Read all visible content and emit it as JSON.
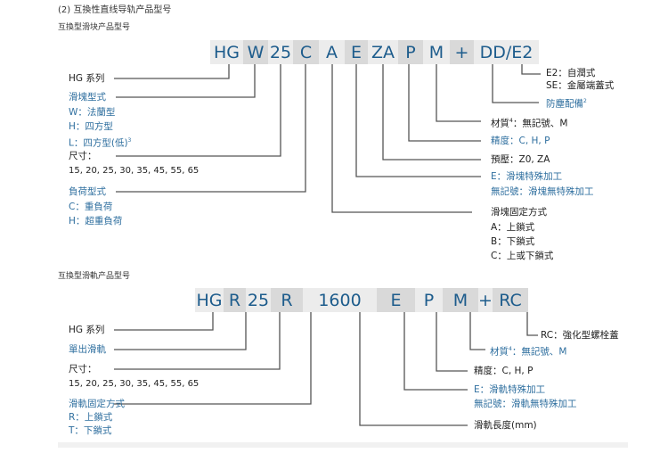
{
  "heading": "(2) 互換性直线导轨产品型号",
  "block": {
    "title": "互換型滑块产品型号",
    "codes": [
      "HG",
      "W",
      "25",
      "C",
      "A",
      "E",
      "ZA",
      "P",
      "M",
      "+",
      "DD/E2"
    ],
    "labels": {
      "series": "HG 系列",
      "block_type": "滑塊型式",
      "block_type_w": "W：法蘭型",
      "block_type_h": "H：四方型",
      "block_type_l": "L：四方型(低)",
      "block_type_l_sup": "3",
      "size": "尺寸：",
      "size_values": "15, 20, 25, 30, 35, 45, 55, 65",
      "load": "負荷型式",
      "load_c": "C：重負荷",
      "load_h": "H：超重負荷",
      "e2": "E2：自潤式",
      "se": "SE：金屬端蓋式",
      "dust": "防塵配備",
      "dust_sup": "2",
      "material": "材質",
      "material_sup": "4",
      "material_val": "：無記號、M",
      "precision": "精度：C, H, P",
      "preload": "預壓：Z0, ZA",
      "special_e": "E：滑塊特殊加工",
      "special_none": "無記號：滑塊無特殊加工",
      "mount": "滑塊固定方式",
      "mount_a": "A：上鎖式",
      "mount_b": "B：下鎖式",
      "mount_c": "C：上或下鎖式"
    }
  },
  "rail": {
    "title": "互換型滑軌产品型号",
    "codes": [
      "HG",
      "R",
      "25",
      "R",
      "1600",
      "E",
      "P",
      "M",
      "+",
      "RC"
    ],
    "labels": {
      "series": "HG 系列",
      "single": "單出滑軌",
      "size": "尺寸：",
      "size_values": "15, 20, 25, 30, 35, 45, 55, 65",
      "mount": "滑軌固定方式",
      "mount_r": "R：上鎖式",
      "mount_t": "T：下鎖式",
      "rc": "RC：強化型螺栓蓋",
      "material": "材質",
      "material_sup": "4",
      "material_val": "：無記號、M",
      "precision": "精度：C, H, P",
      "special_e": "E：滑軌特殊加工",
      "special_none": "無記號：滑軌無特殊加工",
      "length": "滑軌長度(mm)"
    }
  }
}
